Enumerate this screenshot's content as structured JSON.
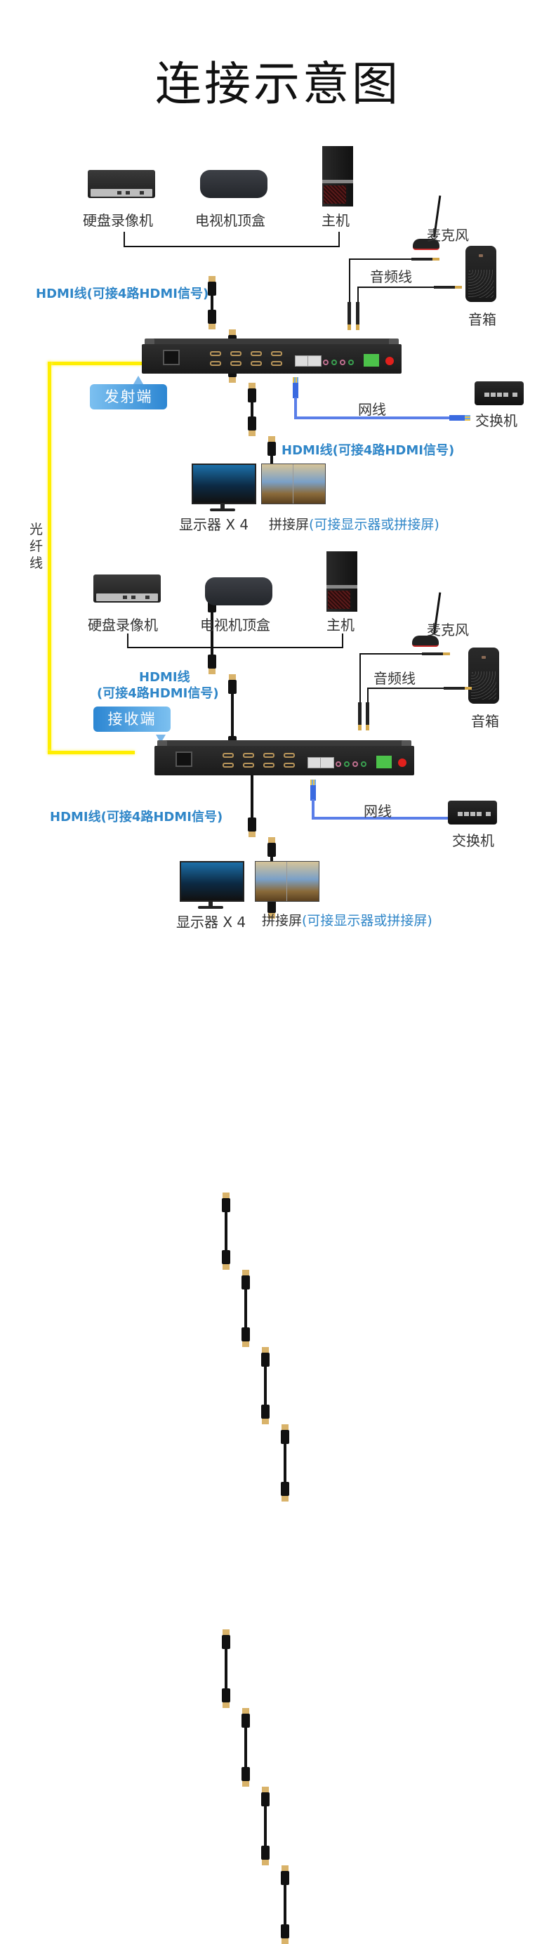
{
  "title": "连接示意图",
  "side_label": "光纤线",
  "transmitter": {
    "badge": "发射端",
    "sources": [
      "硬盘录像机",
      "电视机顶盒",
      "主机"
    ],
    "hdmi_in_label": "HDMI线(可接4路HDMI信号)",
    "mic_label": "麦克风",
    "audio_cable_label": "音频线",
    "speaker_label": "音箱",
    "network_cable_label": "网线",
    "switch_label": "交换机",
    "hdmi_out_label": "HDMI线(可接4路HDMI信号)",
    "display_label": "显示器 X 4",
    "videowall_label": "拼接屏",
    "videowall_note": "(可接显示器或拼接屏)"
  },
  "receiver": {
    "badge": "接收端",
    "sources": [
      "硬盘录像机",
      "电视机顶盒",
      "主机"
    ],
    "hdmi_in_label_line1": "HDMI线",
    "hdmi_in_label_line2": "(可接4路HDMI信号)",
    "mic_label": "麦克风",
    "audio_cable_label": "音频线",
    "speaker_label": "音箱",
    "network_cable_label": "网线",
    "switch_label": "交换机",
    "hdmi_out_label": "HDMI线(可接4路HDMI信号)",
    "display_label": "显示器 X 4",
    "videowall_label": "拼接屏",
    "videowall_note": "(可接显示器或拼接屏)"
  },
  "colors": {
    "accent_blue": "#2f86c8",
    "fiber_yellow": "#ffee00",
    "network_blue": "#5a7ee8"
  }
}
